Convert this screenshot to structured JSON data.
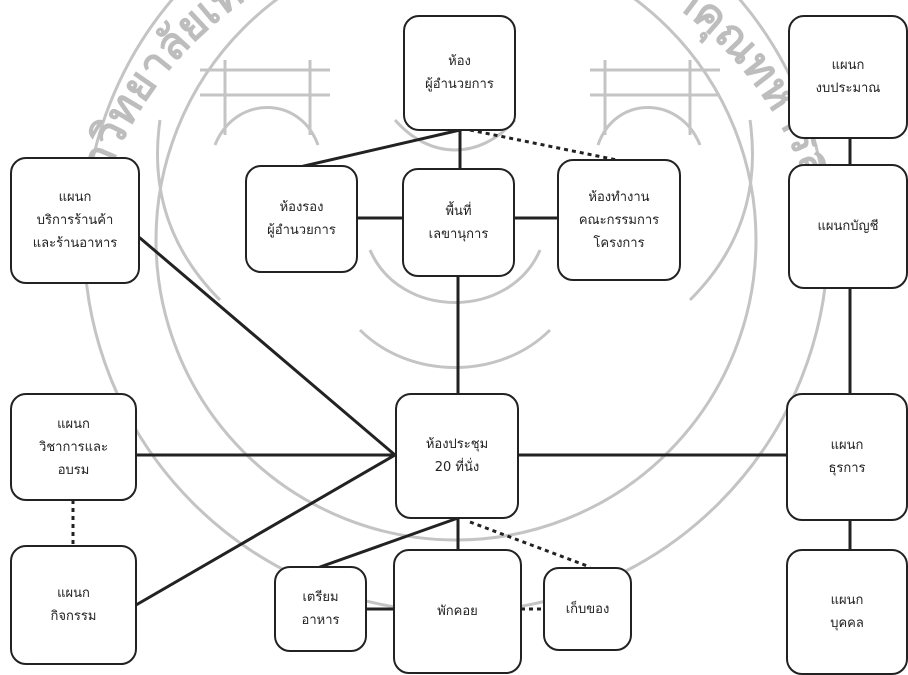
{
  "nodes": {
    "director": [
      "ห้อง",
      "ผู้อำนวยการ"
    ],
    "budget": [
      "แผนก",
      "งบประมาณ"
    ],
    "shop": [
      "แผนก",
      "บริการร้านค้า",
      "และร้านอาหาร"
    ],
    "deputy": [
      "ห้องรอง",
      "ผู้อำนวยการ"
    ],
    "secretary": [
      "พื้นที่",
      "เลขานุการ"
    ],
    "committee": [
      "ห้องทำงาน",
      "คณะกรรมการ",
      "โครงการ"
    ],
    "accounting": [
      "แผนกบัญชี"
    ],
    "academic": [
      "แผนก",
      "วิชาการและ",
      "อบรม"
    ],
    "meeting": [
      "ห้องประชุม",
      "20 ที่นั่ง"
    ],
    "admin": [
      "แผนก",
      "ธุรการ"
    ],
    "activity": [
      "แผนก",
      "กิจกรรม"
    ],
    "food_prep": [
      "เตรียม",
      "อาหาร"
    ],
    "lounge": [
      "พักคอย"
    ],
    "storage": [
      "เก็บของ"
    ],
    "personnel": [
      "แผนก",
      "บุคคล"
    ]
  },
  "watermark": {
    "color": "#b5b5b5",
    "arc_text": "มหาวิทยาลัยเทคโนโลยีพระจอมเกล้าเจ้าคุณทหารลาดกระบัง"
  },
  "colors": {
    "line": "#222222",
    "box_border": "#222222"
  }
}
